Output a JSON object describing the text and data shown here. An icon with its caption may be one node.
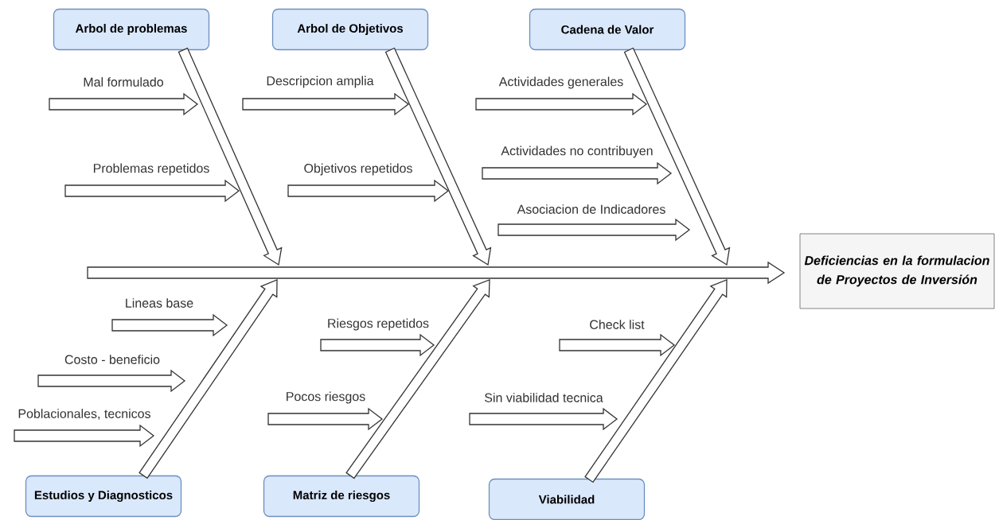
{
  "diagram": {
    "nodes": [
      {
        "text": [
          "Arbol de problemas"
        ]
      },
      {
        "text": [
          "Mal formulado"
        ]
      },
      {
        "text": [
          "Problemas repetidos"
        ]
      },
      {
        "text": [
          "Arbol de Objetivos"
        ]
      },
      {
        "text": [
          "Descripcion amplia"
        ]
      },
      {
        "text": [
          "Objetivos repetidos"
        ]
      },
      {
        "text": [
          "Cadena de Valor"
        ]
      },
      {
        "text": [
          "Actividades generales"
        ]
      },
      {
        "text": [
          "Actividades no contribuyen"
        ]
      },
      {
        "text": [
          "Asociacion de Indicadores"
        ]
      },
      {
        "text": [
          "Deficiencias en la formulacion de Proyectos de Inversión"
        ]
      },
      {
        "text": [
          "Lineas base"
        ]
      },
      {
        "text": [
          "Costo - beneficio"
        ]
      },
      {
        "text": [
          "Poblacionales, tecnicos"
        ]
      },
      {
        "text": [
          "Estudios y Diagnosticos"
        ]
      },
      {
        "text": [
          "Riesgos repetidos"
        ]
      },
      {
        "text": [
          "Pocos riesgos"
        ]
      },
      {
        "text": [
          "Matriz de riesgos"
        ]
      },
      {
        "text": [
          "Check list"
        ]
      },
      {
        "text": [
          "Sin viabilidad tecnica"
        ]
      },
      {
        "text": [
          "Viabilidad"
        ]
      }
    ],
    "edges": [
      {
        "from": null,
        "to": 10,
        "arrow": "to"
      },
      {
        "from": 0,
        "to": null,
        "arrow": "to"
      },
      {
        "from": 3,
        "to": null,
        "arrow": "to"
      },
      {
        "from": 6,
        "to": null,
        "arrow": "to"
      },
      {
        "from": 14,
        "to": null,
        "arrow": "to"
      },
      {
        "from": 17,
        "to": null,
        "arrow": "to"
      },
      {
        "from": 20,
        "to": null,
        "arrow": "to"
      },
      {
        "from": 1,
        "to": null,
        "arrow": "to"
      },
      {
        "from": 2,
        "to": null,
        "arrow": "to"
      },
      {
        "from": 4,
        "to": null,
        "arrow": "to"
      },
      {
        "from": 5,
        "to": null,
        "arrow": "to"
      },
      {
        "from": 7,
        "to": null,
        "arrow": "to"
      },
      {
        "from": 8,
        "to": null,
        "arrow": "to"
      },
      {
        "from": 9,
        "to": null,
        "arrow": "to"
      },
      {
        "from": 11,
        "to": null,
        "arrow": "to"
      },
      {
        "from": 12,
        "to": null,
        "arrow": "to"
      },
      {
        "from": 13,
        "to": null,
        "arrow": "to"
      },
      {
        "from": 15,
        "to": null,
        "arrow": "to"
      },
      {
        "from": 16,
        "to": null,
        "arrow": "to"
      },
      {
        "from": 18,
        "to": null,
        "arrow": "to"
      },
      {
        "from": 19,
        "to": null,
        "arrow": "to"
      }
    ]
  }
}
